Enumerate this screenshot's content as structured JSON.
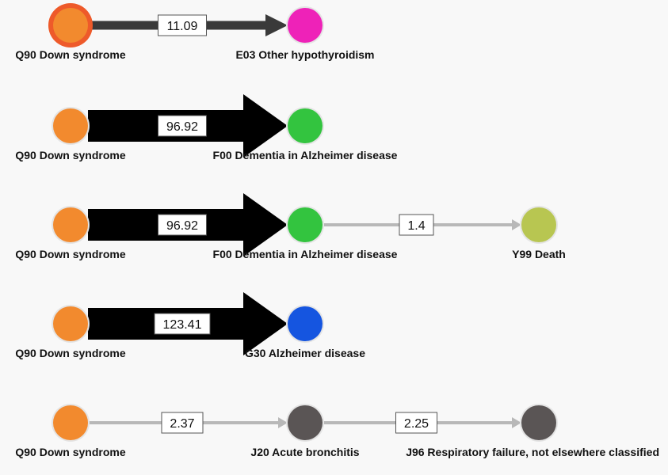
{
  "pathways": [
    {
      "nodes": [
        {
          "code": "Q90",
          "label": "Q90 Down syndrome",
          "color": "#f28a2e",
          "highlight": true
        },
        {
          "code": "E03",
          "label": "E03 Other hypothyroidism",
          "color": "#ee22b8"
        }
      ],
      "edges": [
        {
          "value": "11.09",
          "style": "medium",
          "color": "#3a3a3a"
        }
      ]
    },
    {
      "nodes": [
        {
          "code": "Q90",
          "label": "Q90 Down syndrome",
          "color": "#f28a2e"
        },
        {
          "code": "F00",
          "label": "F00 Dementia in Alzheimer disease",
          "color": "#33c43f"
        }
      ],
      "edges": [
        {
          "value": "96.92",
          "style": "thick",
          "color": "#000000"
        }
      ]
    },
    {
      "nodes": [
        {
          "code": "Q90",
          "label": "Q90 Down syndrome",
          "color": "#f28a2e"
        },
        {
          "code": "F00",
          "label": "F00 Dementia in Alzheimer disease",
          "color": "#33c43f"
        },
        {
          "code": "Y99",
          "label": "Y99 Death",
          "color": "#b8c651"
        }
      ],
      "edges": [
        {
          "value": "96.92",
          "style": "thick",
          "color": "#000000"
        },
        {
          "value": "1.4",
          "style": "thin",
          "color": "#b8b8b8"
        }
      ]
    },
    {
      "nodes": [
        {
          "code": "Q90",
          "label": "Q90 Down syndrome",
          "color": "#f28a2e"
        },
        {
          "code": "G30",
          "label": "G30 Alzheimer disease",
          "color": "#1555e0"
        }
      ],
      "edges": [
        {
          "value": "123.41",
          "style": "thick",
          "color": "#000000"
        }
      ]
    },
    {
      "nodes": [
        {
          "code": "Q90",
          "label": "Q90 Down syndrome",
          "color": "#f28a2e"
        },
        {
          "code": "J20",
          "label": "J20 Acute bronchitis",
          "color": "#5a5555"
        },
        {
          "code": "J96",
          "label": "J96 Respiratory failure, not elsewhere classified",
          "color": "#5a5555"
        }
      ],
      "edges": [
        {
          "value": "2.37",
          "style": "thin",
          "color": "#b8b8b8"
        },
        {
          "value": "2.25",
          "style": "thin",
          "color": "#b8b8b8"
        }
      ]
    }
  ]
}
